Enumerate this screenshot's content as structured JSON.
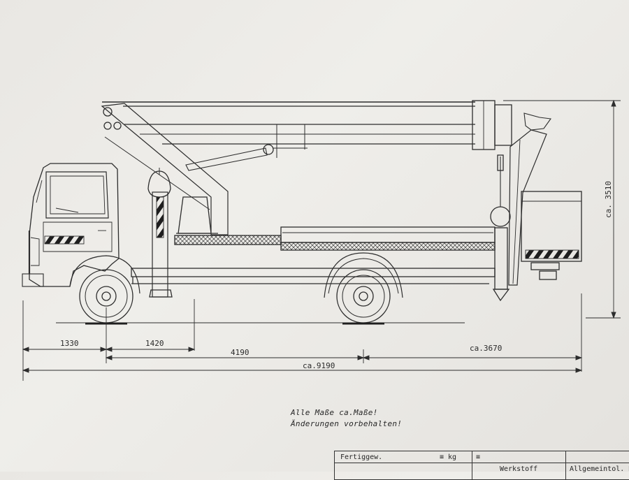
{
  "drawing": {
    "dimensions": {
      "front_overhang": "1330",
      "front_axle_offset": "1420",
      "wheelbase": "4190",
      "rear_overhang": "ca.3670",
      "overall_length": "ca.9190",
      "overall_height": "ca. 3510"
    },
    "notes": {
      "line1": "Alle Maße ca.Maße!",
      "line2": "Änderungen vorbehalten!"
    },
    "title_block": {
      "weight_label": "Fertiggew.",
      "weight_unit": "≡ kg",
      "mark": "≡",
      "material_label": "Werkstoff",
      "tolerance_label": "Allgemeintol. DIN"
    }
  }
}
